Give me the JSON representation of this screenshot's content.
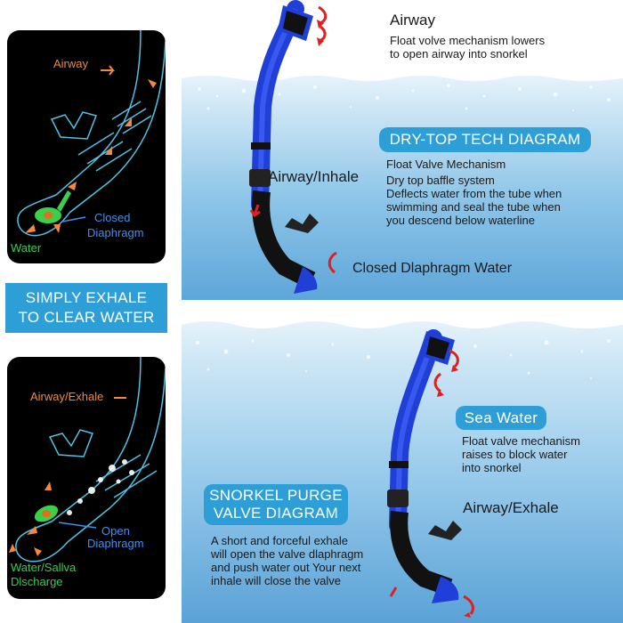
{
  "left_top": {
    "airway_label": "Airway",
    "closed_label_line1": "Closed",
    "closed_label_line2": "Diaphragm",
    "water_label": "Water"
  },
  "banner": {
    "line1": "SIMPLY EXHALE",
    "line2": "TO CLEAR WATER"
  },
  "left_bottom": {
    "airway_label": "Airway/Exhale",
    "open_label_line1": "Open",
    "open_label_line2": "Diaphragm",
    "water_label_line1": "Water/Sallva",
    "water_label_line2": "Dlscharge"
  },
  "top_section": {
    "airway_title": "Airway",
    "airway_desc_line1": "Float volve mechanism lowers",
    "airway_desc_line2": "to open airway into snorkel",
    "diagram_title": "DRY-TOP TECH DIAGRAM",
    "float_valve": "Float Valve Mechanism",
    "baffle_line1": "Dry top baffle system",
    "baffle_line2": "Deflects water from the tube when",
    "baffle_line3": "swimming and seal the tube when",
    "baffle_line4": "you descend below waterline",
    "airway_inhale": "Airway/Inhale",
    "closed_diaphragm_water": "Closed Dlaphragm Water"
  },
  "bottom_section": {
    "sea_water_title": "Sea Water",
    "sea_desc_line1": "Float valve mechanism",
    "sea_desc_line2": "raises to block water",
    "sea_desc_line3": "into snorkel",
    "purge_title_line1": "SNORKEL PURGE",
    "purge_title_line2": "VALVE DIAGRAM",
    "airway_exhale": "Airway/Exhale",
    "purge_desc_line1": "A short and forceful exhale",
    "purge_desc_line2": "will open the valve dlaphragm",
    "purge_desc_line3": "and push water out Your next",
    "purge_desc_line4": "inhale will close the valve"
  },
  "colors": {
    "accent_blue": "#2d9fd6",
    "snorkel_blue": "#1f3fd6",
    "arrow_red": "#e02020",
    "label_orange": "#f5883a",
    "label_green": "#35d04a"
  }
}
